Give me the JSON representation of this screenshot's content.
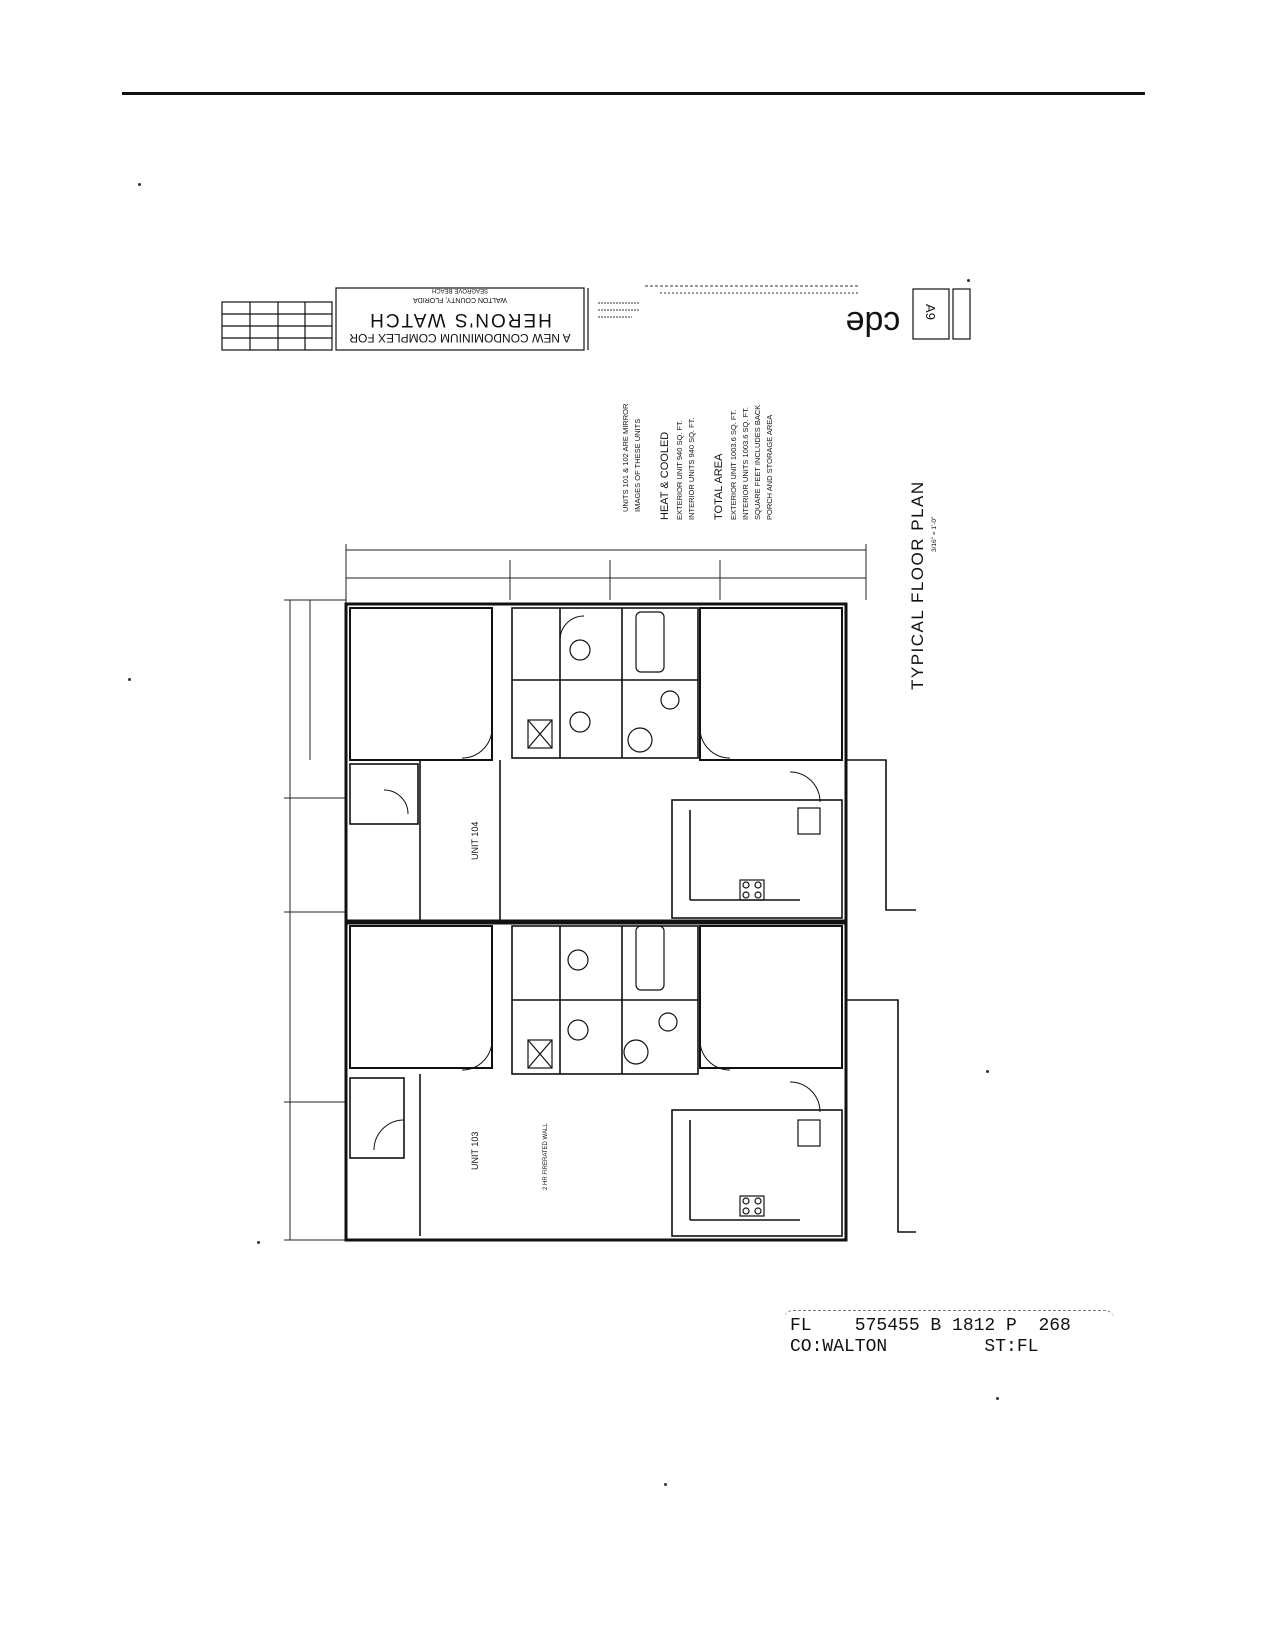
{
  "title_block": {
    "project_line": "A NEW CONDOMINIUM COMPLEX FOR",
    "project_name": "HERON'S WATCH",
    "county": "WALTON COUNTY, FLORIDA",
    "place": "SEAGROVE BEACH",
    "firm_logo": "cde",
    "sheet_number": "A9"
  },
  "notes": {
    "mirror_note_1": "UNITS 101 & 102 ARE MIRROR",
    "mirror_note_2": "IMAGES OF THESE UNITS",
    "heat_cooled_title": "HEAT & COOLED",
    "heat_exterior": "EXTERIOR UNIT    940 SQ. FT.",
    "heat_interior": "INTERIOR UNITS    940 SQ. FT.",
    "total_area_title": "TOTAL AREA",
    "total_exterior": "EXTERIOR UNIT    1003.6 SQ. FT.",
    "total_interior": "INTERIOR UNITS    1003.6 SQ. FT.",
    "total_note_1": "SQUARE FEET INCLUDES BACK",
    "total_note_2": "PORCH AND STORAGE AREA"
  },
  "plan": {
    "title": "TYPICAL FLOOR PLAN",
    "scale": "3/16\" = 1'-0\"",
    "unit_104": "UNIT 104",
    "unit_103": "UNIT 103",
    "wall_note": "2 HR FIRERATED WALL"
  },
  "recording_stamp": {
    "line1": "FL    575455 B 1812 P  268",
    "line2": "CO:WALTON         ST:FL"
  }
}
